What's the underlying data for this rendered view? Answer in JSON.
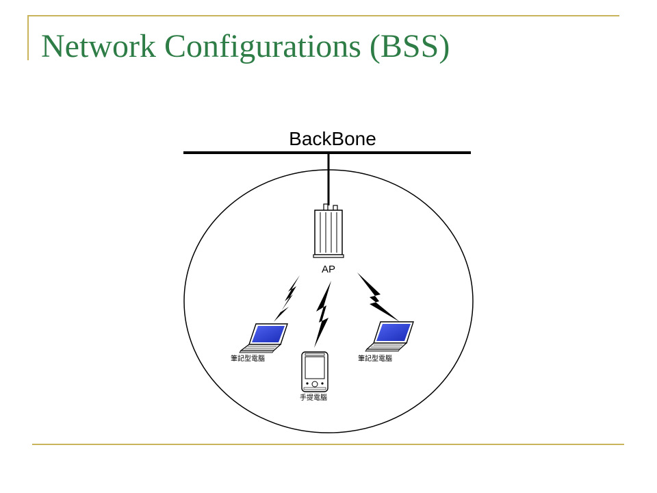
{
  "slide": {
    "title": "Network Configurations (BSS)"
  },
  "diagram": {
    "backbone_label": "BackBone",
    "ap_label": "AP",
    "left_laptop_label": "筆記型電腦",
    "right_laptop_label": "筆記型電腦",
    "handheld_label": "手提電腦"
  },
  "colors": {
    "title": "#2e7d47",
    "frame": "#c8b45a",
    "screen": "#2b3fd6"
  }
}
